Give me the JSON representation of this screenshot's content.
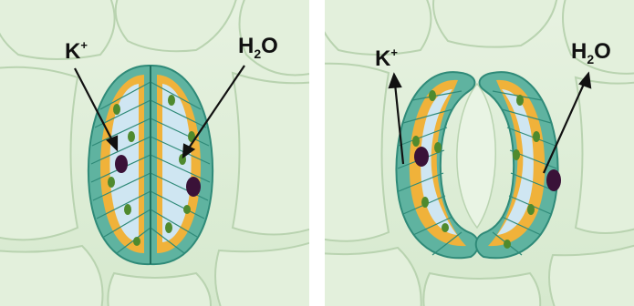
{
  "colors": {
    "epidermis_fill": "#dfeed8",
    "epidermis_stroke": "#b9d3b0",
    "guard_outline": "#2f8a78",
    "guard_wall": "#5fb3a0",
    "cytoplasm": "#f0b23a",
    "vacuole": "#cfe6f2",
    "nucleus": "#3a1238",
    "chloroplast": "#4f8a2e",
    "arrow": "#111111"
  },
  "panels": [
    {
      "state": "closed",
      "labels": {
        "potassium": "K",
        "potassium_charge": "+",
        "water_h": "H",
        "water_sub": "2",
        "water_o": "O"
      }
    },
    {
      "state": "open",
      "labels": {
        "potassium": "K",
        "potassium_charge": "+",
        "water_h": "H",
        "water_sub": "2",
        "water_o": "O"
      }
    }
  ]
}
